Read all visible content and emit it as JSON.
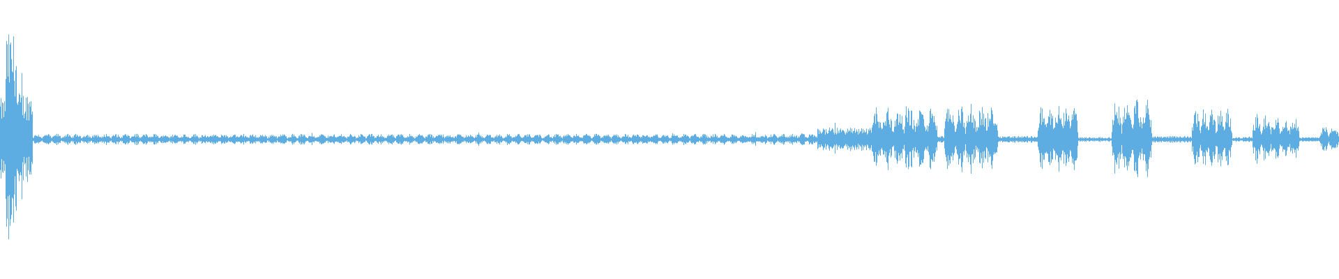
{
  "waveform": {
    "color": "#5dade2",
    "background": "#ffffff",
    "sample_count": 1920,
    "segments": [
      {
        "from": 0.0,
        "to": 0.004,
        "level": 0.35,
        "pulse": 0
      },
      {
        "from": 0.004,
        "to": 0.012,
        "level": 0.9,
        "pulse": 0
      },
      {
        "from": 0.012,
        "to": 0.024,
        "level": 0.4,
        "pulse": 0
      },
      {
        "from": 0.024,
        "to": 0.61,
        "level": 0.05,
        "pulse": 80
      },
      {
        "from": 0.61,
        "to": 0.65,
        "level": 0.1,
        "pulse": 0
      },
      {
        "from": 0.65,
        "to": 0.7,
        "level": 0.28,
        "pulse": 6
      },
      {
        "from": 0.7,
        "to": 0.705,
        "level": 0.03,
        "pulse": 0
      },
      {
        "from": 0.705,
        "to": 0.745,
        "level": 0.3,
        "pulse": 5
      },
      {
        "from": 0.745,
        "to": 0.775,
        "level": 0.03,
        "pulse": 0
      },
      {
        "from": 0.775,
        "to": 0.805,
        "level": 0.3,
        "pulse": 5
      },
      {
        "from": 0.805,
        "to": 0.83,
        "level": 0.02,
        "pulse": 0
      },
      {
        "from": 0.83,
        "to": 0.86,
        "level": 0.35,
        "pulse": 4
      },
      {
        "from": 0.86,
        "to": 0.89,
        "level": 0.03,
        "pulse": 0
      },
      {
        "from": 0.89,
        "to": 0.92,
        "level": 0.27,
        "pulse": 5
      },
      {
        "from": 0.92,
        "to": 0.935,
        "level": 0.02,
        "pulse": 0
      },
      {
        "from": 0.935,
        "to": 0.97,
        "level": 0.22,
        "pulse": 5
      },
      {
        "from": 0.97,
        "to": 0.985,
        "level": 0.02,
        "pulse": 0
      },
      {
        "from": 0.985,
        "to": 1.0,
        "level": 0.12,
        "pulse": 2
      }
    ]
  }
}
